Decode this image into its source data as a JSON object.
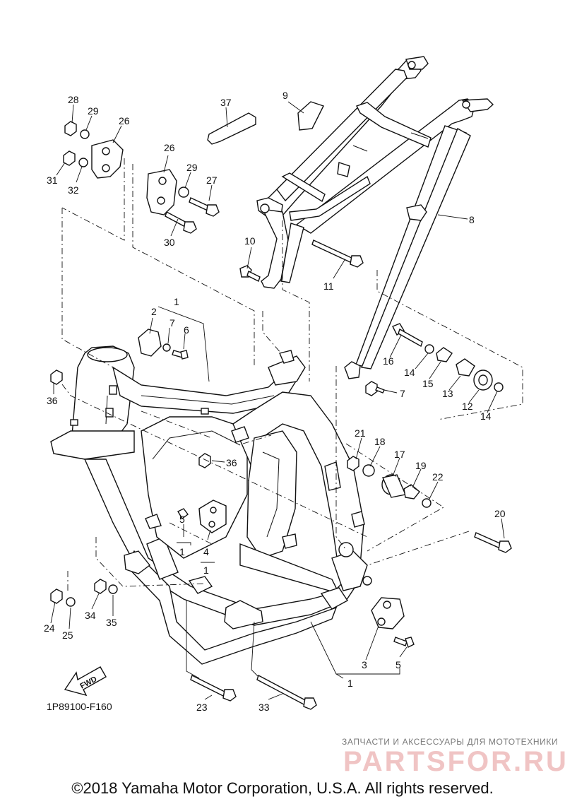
{
  "diagram_code": "1P89100-F160",
  "fwd_label": "FWD",
  "watermark": {
    "line1": "ЗАПЧАСТИ И АКСЕССУАРЫ ДЛЯ МОТОТЕХНИКИ",
    "logo": "PARTSFOR.RU"
  },
  "copyright": "©2018 Yamaha Motor Corporation, U.S.A. All rights reserved.",
  "callouts": [
    {
      "id": "c28",
      "text": "28"
    },
    {
      "id": "c29a",
      "text": "29"
    },
    {
      "id": "c26a",
      "text": "26"
    },
    {
      "id": "c31",
      "text": "31"
    },
    {
      "id": "c32",
      "text": "32"
    },
    {
      "id": "c37",
      "text": "37"
    },
    {
      "id": "c9",
      "text": "9"
    },
    {
      "id": "c26b",
      "text": "26"
    },
    {
      "id": "c29b",
      "text": "29"
    },
    {
      "id": "c27",
      "text": "27"
    },
    {
      "id": "c30",
      "text": "30"
    },
    {
      "id": "c8",
      "text": "8"
    },
    {
      "id": "c10",
      "text": "10"
    },
    {
      "id": "c11",
      "text": "11"
    },
    {
      "id": "c1a",
      "text": "1"
    },
    {
      "id": "c2",
      "text": "2"
    },
    {
      "id": "c7a",
      "text": "7"
    },
    {
      "id": "c6",
      "text": "6"
    },
    {
      "id": "c36a",
      "text": "36"
    },
    {
      "id": "c16",
      "text": "16"
    },
    {
      "id": "c14a",
      "text": "14"
    },
    {
      "id": "c15",
      "text": "15"
    },
    {
      "id": "c7b",
      "text": "7"
    },
    {
      "id": "c13",
      "text": "13"
    },
    {
      "id": "c12",
      "text": "12"
    },
    {
      "id": "c14b",
      "text": "14"
    },
    {
      "id": "c21",
      "text": "21"
    },
    {
      "id": "c18",
      "text": "18"
    },
    {
      "id": "c17",
      "text": "17"
    },
    {
      "id": "c19",
      "text": "19"
    },
    {
      "id": "c22",
      "text": "22"
    },
    {
      "id": "c36b",
      "text": "36"
    },
    {
      "id": "c5a",
      "text": "5"
    },
    {
      "id": "c1b",
      "text": "1"
    },
    {
      "id": "c4",
      "text": "4"
    },
    {
      "id": "c1c",
      "text": "1"
    },
    {
      "id": "c20",
      "text": "20"
    },
    {
      "id": "c34",
      "text": "34"
    },
    {
      "id": "c35",
      "text": "35"
    },
    {
      "id": "c24",
      "text": "24"
    },
    {
      "id": "c25",
      "text": "25"
    },
    {
      "id": "c3",
      "text": "3"
    },
    {
      "id": "c5b",
      "text": "5"
    },
    {
      "id": "c1d",
      "text": "1"
    },
    {
      "id": "c23",
      "text": "23"
    },
    {
      "id": "c33",
      "text": "33"
    }
  ]
}
